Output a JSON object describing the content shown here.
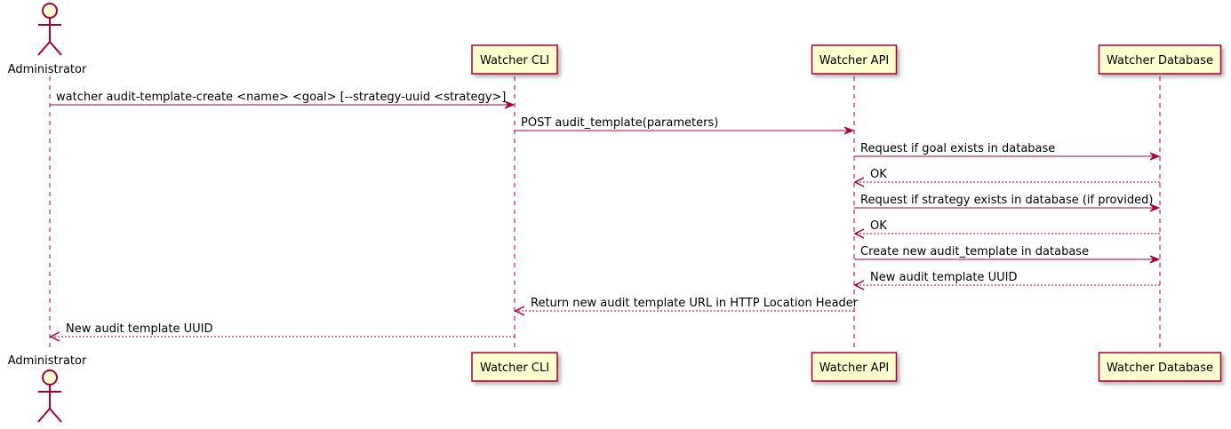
{
  "participants": [
    {
      "id": "admin",
      "label": "Administrator",
      "kind": "actor"
    },
    {
      "id": "cli",
      "label": "Watcher CLI",
      "kind": "box"
    },
    {
      "id": "api",
      "label": "Watcher API",
      "kind": "box"
    },
    {
      "id": "db",
      "label": "Watcher Database",
      "kind": "box"
    }
  ],
  "messages": [
    {
      "from": "admin",
      "to": "cli",
      "label": "watcher audit-template-create <name> <goal> [--strategy-uuid <strategy>]",
      "style": "solid"
    },
    {
      "from": "cli",
      "to": "api",
      "label": "POST audit_template(parameters)",
      "style": "solid"
    },
    {
      "from": "api",
      "to": "db",
      "label": "Request if goal exists in database",
      "style": "solid"
    },
    {
      "from": "db",
      "to": "api",
      "label": "OK",
      "style": "dashed"
    },
    {
      "from": "api",
      "to": "db",
      "label": "Request if strategy exists in database (if provided)",
      "style": "solid"
    },
    {
      "from": "db",
      "to": "api",
      "label": "OK",
      "style": "dashed"
    },
    {
      "from": "api",
      "to": "db",
      "label": "Create new audit_template in database",
      "style": "solid"
    },
    {
      "from": "db",
      "to": "api",
      "label": "New audit template UUID",
      "style": "dashed"
    },
    {
      "from": "api",
      "to": "cli",
      "label": "Return new audit template URL in HTTP Location Header",
      "style": "dashed"
    },
    {
      "from": "cli",
      "to": "admin",
      "label": "New audit template UUID",
      "style": "dashed"
    }
  ],
  "colors": {
    "line": "#A80036",
    "box_fill": "#FEFECE",
    "box_border": "#A80036",
    "text": "#000000"
  }
}
